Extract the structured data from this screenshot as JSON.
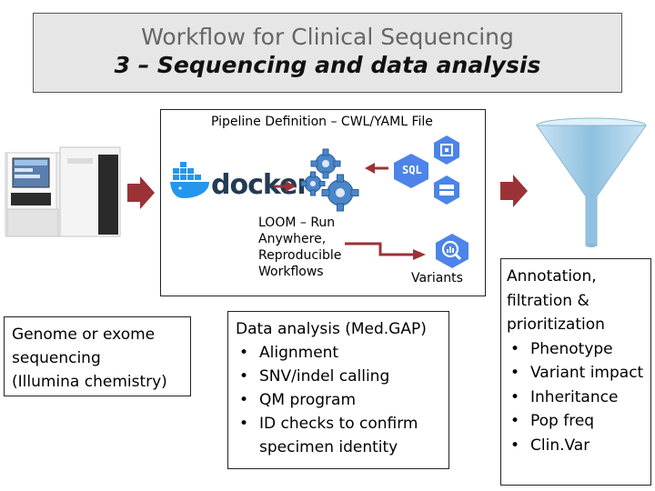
{
  "title": {
    "line1": "Workflow for Clinical Sequencing",
    "line2": "3 – Sequencing and data analysis"
  },
  "pipeline": {
    "title": "Pipeline Definition – CWL/YAML File",
    "docker_label": "docker",
    "sql_label": "SQL",
    "loom_lines": [
      "LOOM – Run",
      "Anywhere,",
      "Reproducible",
      "Workflows"
    ],
    "variants_label": "Variants"
  },
  "sequencing": {
    "lines": [
      "Genome or exome",
      "sequencing",
      "(Illumina chemistry)"
    ]
  },
  "analysis": {
    "heading": "Data analysis (Med.GAP)",
    "items": [
      "Alignment",
      "SNV/indel calling",
      "QM program",
      "ID checks to confirm specimen identity"
    ]
  },
  "annotation": {
    "heading_lines": [
      "Annotation,",
      "filtration &",
      "prioritization"
    ],
    "items": [
      "Phenotype",
      "Variant impact",
      "Inheritance",
      "Pop freq",
      "Clin.Var"
    ]
  },
  "colors": {
    "arrow": "#9b3236",
    "gear": "#4a86c8",
    "gcp_blue": "#4c84e8",
    "docker_blue": "#2496ed"
  }
}
